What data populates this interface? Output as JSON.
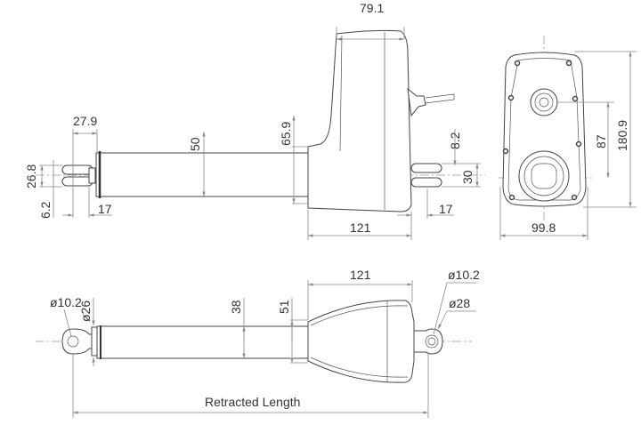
{
  "drawing": {
    "side_view": {
      "width_top": "79.1",
      "rod_end_length": "27.9",
      "tube_height": "50",
      "body_neck_height": "65.9",
      "clevis_height": "26.8",
      "clevis_slot": "6.2",
      "clevis_offset_left": "17",
      "rear_clevis_offset": "8.2",
      "rear_clevis_height": "30",
      "rear_clevis_length": "17",
      "body_length": "121"
    },
    "end_view": {
      "width": "99.8",
      "hole_distance": "87",
      "height": "180.9"
    },
    "top_view": {
      "body_length": "121",
      "front_hole": "ø10.2",
      "front_diameter": "ø26",
      "tube_diameter": "38",
      "body_neck": "51",
      "rear_hole": "ø10.2",
      "rear_eye": "ø28",
      "retracted_length_label": "Retracted Length"
    }
  }
}
